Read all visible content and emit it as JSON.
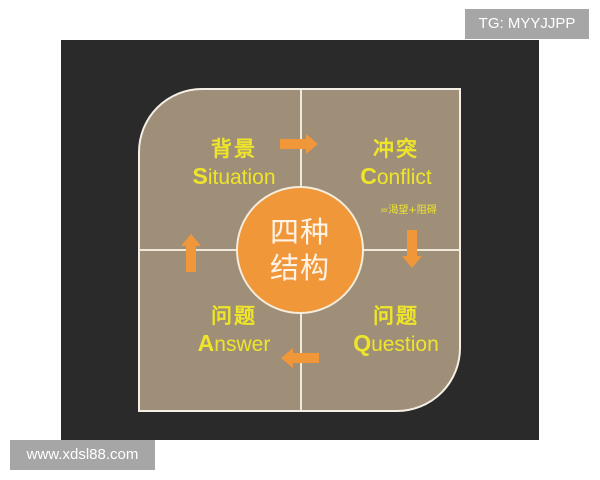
{
  "watermarks": {
    "top_right": "TG: MYYJJPP",
    "bottom_left": "www.xdsl88.com"
  },
  "diagram": {
    "center": {
      "line1": "四种",
      "line2": "结构"
    },
    "quadrants": {
      "situation": {
        "cn": "背景",
        "initial": "S",
        "rest": "ituation"
      },
      "conflict": {
        "cn": "冲突",
        "initial": "C",
        "rest": "onflict",
        "note": "=渴望+阻碍"
      },
      "question": {
        "cn": "问题",
        "initial": "Q",
        "rest": "uestion"
      },
      "answer": {
        "cn": "问题",
        "initial": "A",
        "rest": "nswer"
      }
    },
    "arrows": [
      "right-arrow",
      "down-arrow",
      "left-arrow",
      "up-arrow"
    ],
    "colors": {
      "background": "#2a2a2a",
      "panel": "#a08f78",
      "text": "#eee52a",
      "accent": "#f0973a"
    }
  }
}
